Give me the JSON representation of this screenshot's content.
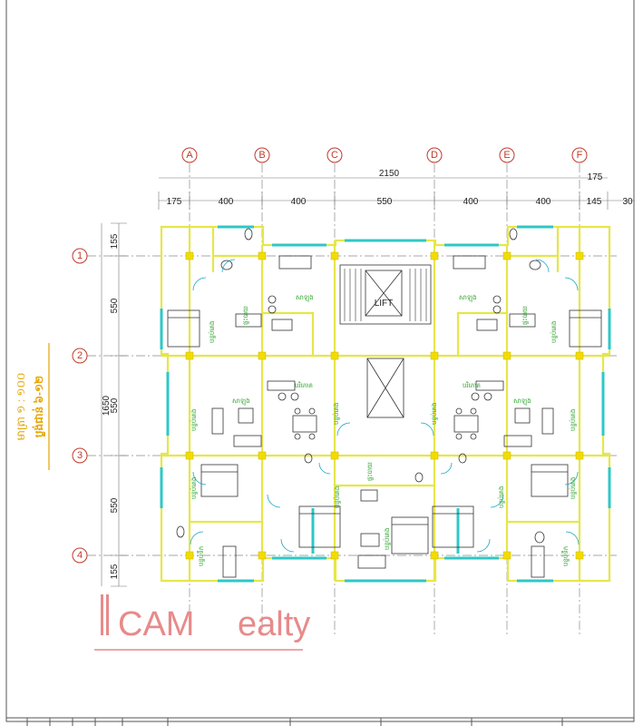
{
  "drawing": {
    "title": "ប្លង់ជាន់ ៦-១២",
    "scale": "មាត្រា ១ : ១០០",
    "lift_label": "LIFT"
  },
  "grid_axes": {
    "columns": [
      "A",
      "B",
      "C",
      "D",
      "E",
      "F"
    ],
    "rows": [
      "1",
      "2",
      "3",
      "4"
    ]
  },
  "dimensions": {
    "overall_top": "2150",
    "overall_right": "175",
    "top_segments": [
      "175",
      "400",
      "400",
      "550",
      "400",
      "400",
      "145",
      "30"
    ],
    "left_segments": [
      "155",
      "550",
      "550",
      "550",
      "155"
    ],
    "left_overall": "1650"
  },
  "rooms": {
    "living": "សាឡុង",
    "kitchen": "ផ្ទះបាយ",
    "bedroom": "បន្ទប់គេង",
    "toilet": "បន្ទប់ទឹក",
    "dining": "បរិភោគ"
  },
  "watermark": {
    "brand_left": "CAM",
    "brand_right": "ealty"
  },
  "colors": {
    "walls": "#e6e64a",
    "glazing": "#2fc7c7",
    "columns": "#f2dc00",
    "axis_markers": "#c0392b",
    "title": "#e6a400",
    "room_labels": "#2aa32a",
    "watermark": "#e88a8a"
  }
}
